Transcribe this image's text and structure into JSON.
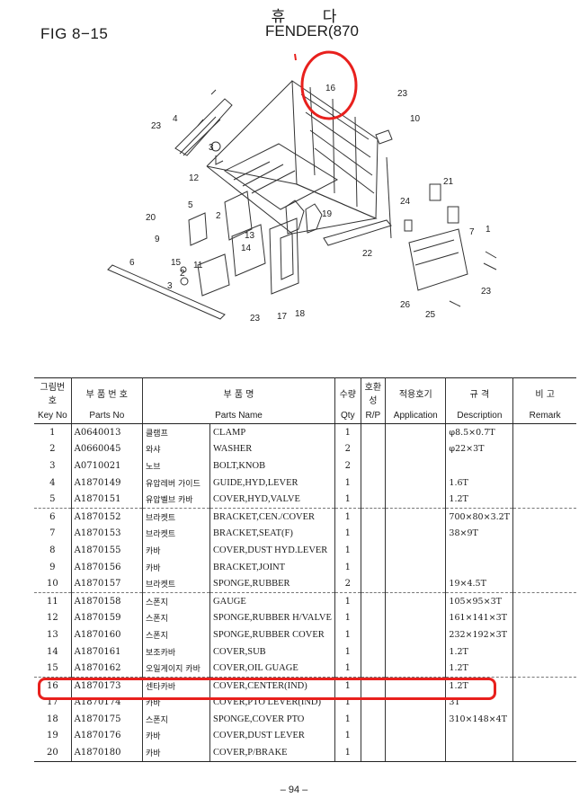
{
  "header": {
    "fig_label": "FIG 8−15",
    "title_korean": "휴    다",
    "title_english": "FENDER(870"
  },
  "diagram": {
    "callouts": [
      "16",
      "23",
      "10",
      "4",
      "23",
      "3",
      "12",
      "5",
      "2",
      "20",
      "9",
      "21",
      "24",
      "19",
      "7",
      "1",
      "13",
      "14",
      "22",
      "6",
      "11",
      "15",
      "2",
      "3",
      "23",
      "17",
      "18",
      "26",
      "25",
      "23"
    ],
    "highlight_color": "#e8201d"
  },
  "table": {
    "headers_ko": [
      "그림번호",
      "부 품 번 호",
      "부     품     명",
      "수량",
      "호환성",
      "적용호기",
      "규  격",
      "비 고"
    ],
    "headers_en": [
      "Key No",
      "Parts No",
      "Parts Name",
      "Qty",
      "R/P",
      "Application",
      "Description",
      "Remark"
    ],
    "rows": [
      {
        "key": "1",
        "pn": "A0640013",
        "ko": "클램프",
        "en": "CLAMP",
        "qty": "1",
        "desc": "φ8.5×0.7T"
      },
      {
        "key": "2",
        "pn": "A0660045",
        "ko": "와샤",
        "en": "WASHER",
        "qty": "2",
        "desc": "φ22×3T"
      },
      {
        "key": "3",
        "pn": "A0710021",
        "ko": "노브",
        "en": "BOLT,KNOB",
        "qty": "2",
        "desc": ""
      },
      {
        "key": "4",
        "pn": "A1870149",
        "ko": "유압레버 가이드",
        "en": "GUIDE,HYD,LEVER",
        "qty": "1",
        "desc": "1.6T"
      },
      {
        "key": "5",
        "pn": "A1870151",
        "ko": "유압벨브 카바",
        "en": "COVER,HYD,VALVE",
        "qty": "1",
        "desc": "1.2T"
      },
      {
        "key": "6",
        "pn": "A1870152",
        "ko": "브라켓트",
        "en": "BRACKET,CEN./COVER",
        "qty": "1",
        "desc": "700×80×3.2T"
      },
      {
        "key": "7",
        "pn": "A1870153",
        "ko": "브라켓트",
        "en": "BRACKET,SEAT(F)",
        "qty": "1",
        "desc": "38×9T"
      },
      {
        "key": "8",
        "pn": "A1870155",
        "ko": "카바",
        "en": "COVER,DUST HYD.LEVER",
        "qty": "1",
        "desc": ""
      },
      {
        "key": "9",
        "pn": "A1870156",
        "ko": "카바",
        "en": "BRACKET,JOINT",
        "qty": "1",
        "desc": ""
      },
      {
        "key": "10",
        "pn": "A1870157",
        "ko": "브라켓트",
        "en": "SPONGE,RUBBER",
        "qty": "2",
        "desc": "19×4.5T"
      },
      {
        "key": "11",
        "pn": "A1870158",
        "ko": "스폰지",
        "en": "GAUGE",
        "qty": "1",
        "desc": "105×95×3T"
      },
      {
        "key": "12",
        "pn": "A1870159",
        "ko": "스폰지",
        "en": "SPONGE,RUBBER H/VALVE",
        "qty": "1",
        "desc": "161×141×3T"
      },
      {
        "key": "13",
        "pn": "A1870160",
        "ko": "스폰지",
        "en": "SPONGE,RUBBER COVER",
        "qty": "1",
        "desc": "232×192×3T"
      },
      {
        "key": "14",
        "pn": "A1870161",
        "ko": "보조카바",
        "en": "COVER,SUB",
        "qty": "1",
        "desc": "1.2T"
      },
      {
        "key": "15",
        "pn": "A1870162",
        "ko": "오일게이지 카바",
        "en": "COVER,OIL GUAGE",
        "qty": "1",
        "desc": "1.2T"
      },
      {
        "key": "16",
        "pn": "A1870173",
        "ko": "센타카바",
        "en": "COVER,CENTER(IND)",
        "qty": "1",
        "desc": "1.2T"
      },
      {
        "key": "17",
        "pn": "A1870174",
        "ko": "카바",
        "en": "COVER,PTO LEVER(IND)",
        "qty": "1",
        "desc": "3T"
      },
      {
        "key": "18",
        "pn": "A1870175",
        "ko": "스폰지",
        "en": "SPONGE,COVER PTO",
        "qty": "1",
        "desc": "310×148×4T"
      },
      {
        "key": "19",
        "pn": "A1870176",
        "ko": "카바",
        "en": "COVER,DUST LEVER",
        "qty": "1",
        "desc": ""
      },
      {
        "key": "20",
        "pn": "A1870180",
        "ko": "카바",
        "en": "COVER,P/BRAKE",
        "qty": "1",
        "desc": ""
      }
    ]
  },
  "footer": {
    "page_number": "– 94 –"
  }
}
